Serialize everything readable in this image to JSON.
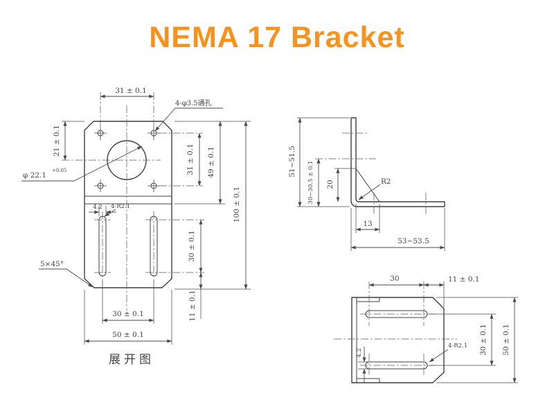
{
  "title": "NEMA 17 Bracket",
  "colors": {
    "title_accent": "#f6921e",
    "linework": "#4a4a4a",
    "background": "#ffffff"
  },
  "front_view": {
    "caption": "展开图",
    "labels": {
      "hole_spacing_h": "31 ± 0.1",
      "holes_note": "4-φ3.5通孔",
      "top_to_center": "21 ± 0.1",
      "hole_spacing_v": "31 ± 0.1",
      "flange_height": "49 ± 0.1",
      "overall_height": "100 ± 0.1",
      "bore_dia": "φ 22.1",
      "bore_tol": "+0.05",
      "slot_width": "4.2",
      "slot_end_radius": "4-R2.1",
      "slot_length": "30 ± 0.1",
      "slot_to_edge": "11 ± 0.1",
      "slot_spacing": "30 ± 0.1",
      "overall_width": "50 ± 0.1",
      "corner_chamfer": "5×45°"
    }
  },
  "side_view": {
    "labels": {
      "overall_height": "51~51.5",
      "leg_height": "30~30.5 ± 0.1",
      "gusset_height": "20",
      "bend_radius": "R2",
      "gusset_width": "13",
      "base_length": "53~53.5"
    }
  },
  "bottom_view": {
    "labels": {
      "slot_length": "30",
      "slot_to_edge": "11 ± 0.1",
      "slot_spacing": "30 ± 0.1",
      "overall_width": "50 ± 0.1",
      "slot_width": "4.2",
      "slot_end_radius": "4-R2.1"
    }
  }
}
